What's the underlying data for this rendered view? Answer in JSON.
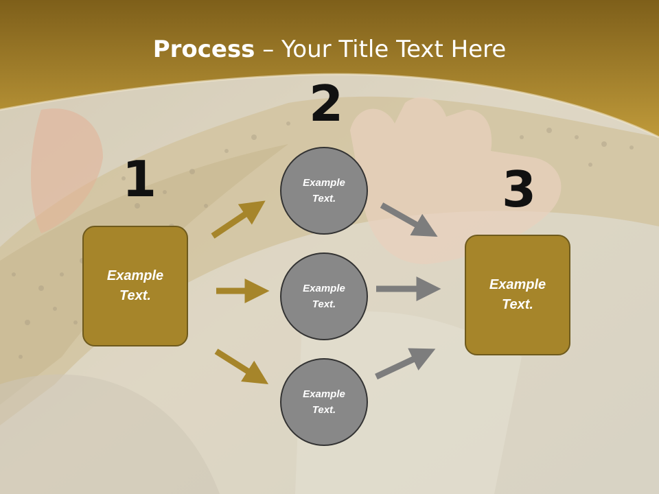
{
  "slide": {
    "title_bold": "Process",
    "title_rest": " – Your Title Text Here"
  },
  "steps": [
    {
      "number": "1",
      "text_line1": "Example",
      "text_line2": "Text."
    },
    {
      "number": "2",
      "text_line1": "Example",
      "text_line2": "Text."
    },
    {
      "number": "3",
      "text_line1": "Example",
      "text_line2": "Text."
    }
  ],
  "circles": [
    {
      "text_line1": "Example",
      "text_line2": "Text."
    },
    {
      "text_line1": "Example",
      "text_line2": "Text."
    },
    {
      "text_line1": "Example",
      "text_line2": "Text."
    }
  ],
  "colors": {
    "gold": "#a6852a",
    "header_gold": "#b08a2a",
    "circle_gray": "#888888",
    "arrow_gray": "#7d7d7d"
  }
}
